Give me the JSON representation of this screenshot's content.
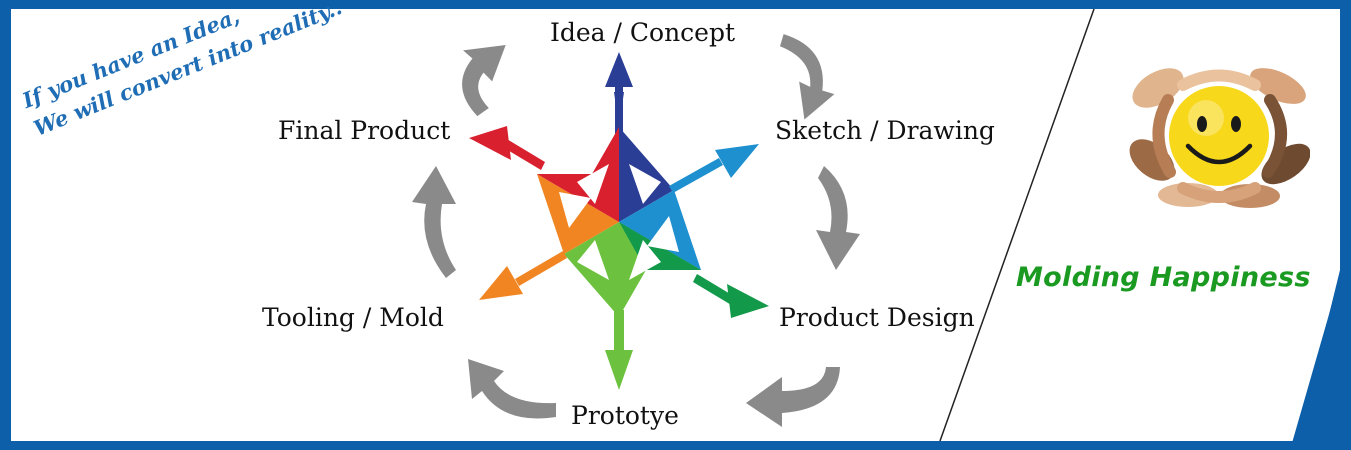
{
  "tagline": {
    "line1": "If you have an Idea,",
    "line2": "We will convert into reality.."
  },
  "stages": [
    {
      "label": "Idea / Concept"
    },
    {
      "label": "Sketch / Drawing"
    },
    {
      "label": "Product Design"
    },
    {
      "label": "Prototye"
    },
    {
      "label": "Tooling / Mold"
    },
    {
      "label": "Final Product"
    }
  ],
  "slogan": "Molding Happiness",
  "colors": {
    "frame_blue": "#0c5fa8",
    "tagline_blue": "#1f6db5",
    "slogan_green": "#1b9a22",
    "cycle_arrow_gray": "#8a8a8a",
    "star_navy": "#2a3e96",
    "star_cyan": "#1e8fcf",
    "star_dark_green": "#13994a",
    "star_light_green": "#6cc23e",
    "star_orange": "#f08522",
    "star_red": "#d9202e"
  },
  "icons": [
    "cycle-arrow-icon",
    "hexagonal-star-arrows-icon",
    "smiley-face-icon",
    "hands-icon"
  ]
}
